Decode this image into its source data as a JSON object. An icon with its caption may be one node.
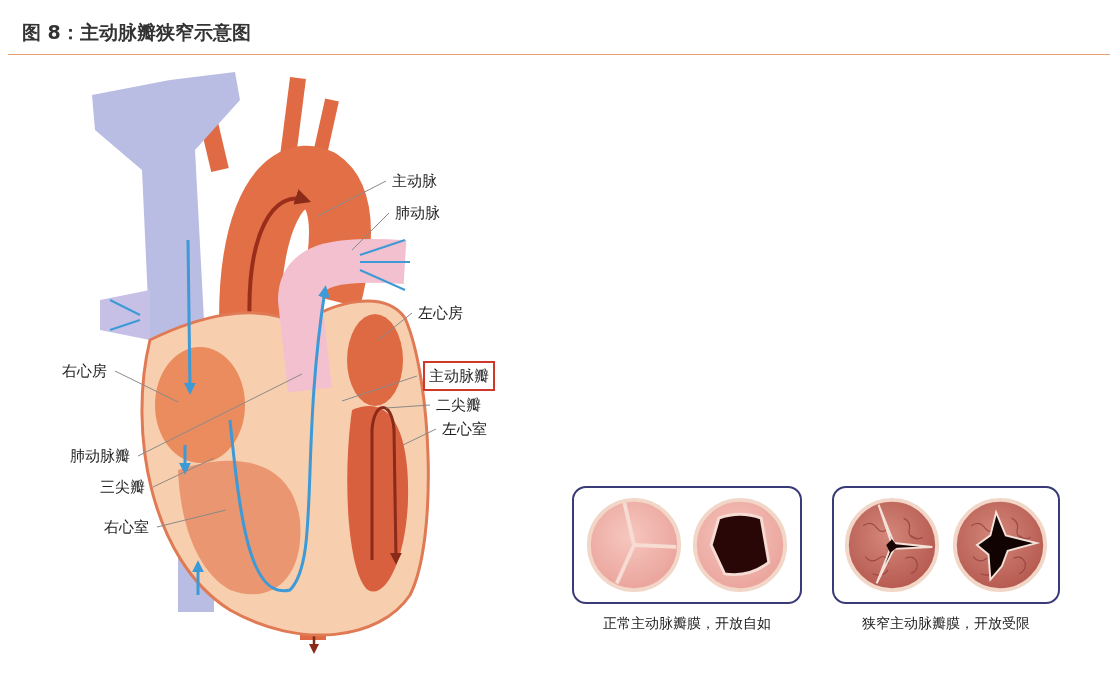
{
  "diagram": {
    "title": "图 8：主动脉瓣狭窄示意图",
    "nodes": [
      {
        "text": [
          "主动脉"
        ]
      },
      {
        "text": [
          "肺动脉"
        ]
      },
      {
        "text": [
          "左心房"
        ]
      },
      {
        "text": [
          "主动脉瓣"
        ]
      },
      {
        "text": [
          "二尖瓣"
        ]
      },
      {
        "text": [
          "左心室"
        ]
      },
      {
        "text": [
          "右心房"
        ]
      },
      {
        "text": [
          "肺动脉瓣"
        ]
      },
      {
        "text": [
          "三尖瓣"
        ]
      },
      {
        "text": [
          "右心室"
        ]
      },
      {
        "text": [
          "正常主动脉瓣膜，开放自如"
        ]
      },
      {
        "text": [],
        "shape": "picture",
        "in": 10
      },
      {
        "text": [],
        "shape": "picture",
        "in": 10
      },
      {
        "text": [
          "狭窄主动脉瓣膜，开放受限"
        ]
      },
      {
        "text": [],
        "shape": "picture",
        "in": 13
      },
      {
        "text": [],
        "shape": "picture",
        "in": 13
      }
    ],
    "edges": [
      {
        "from": 0,
        "to": null,
        "arrow": "none"
      },
      {
        "from": 1,
        "to": null,
        "arrow": "none"
      },
      {
        "from": 2,
        "to": null,
        "arrow": "none"
      },
      {
        "from": 3,
        "to": null,
        "arrow": "none"
      },
      {
        "from": 4,
        "to": null,
        "arrow": "none"
      },
      {
        "from": 5,
        "to": null,
        "arrow": "none"
      },
      {
        "from": 6,
        "to": null,
        "arrow": "none"
      },
      {
        "from": 7,
        "to": null,
        "arrow": "none"
      },
      {
        "from": 8,
        "to": null,
        "arrow": "none"
      },
      {
        "from": 9,
        "to": null,
        "arrow": "none"
      }
    ]
  }
}
